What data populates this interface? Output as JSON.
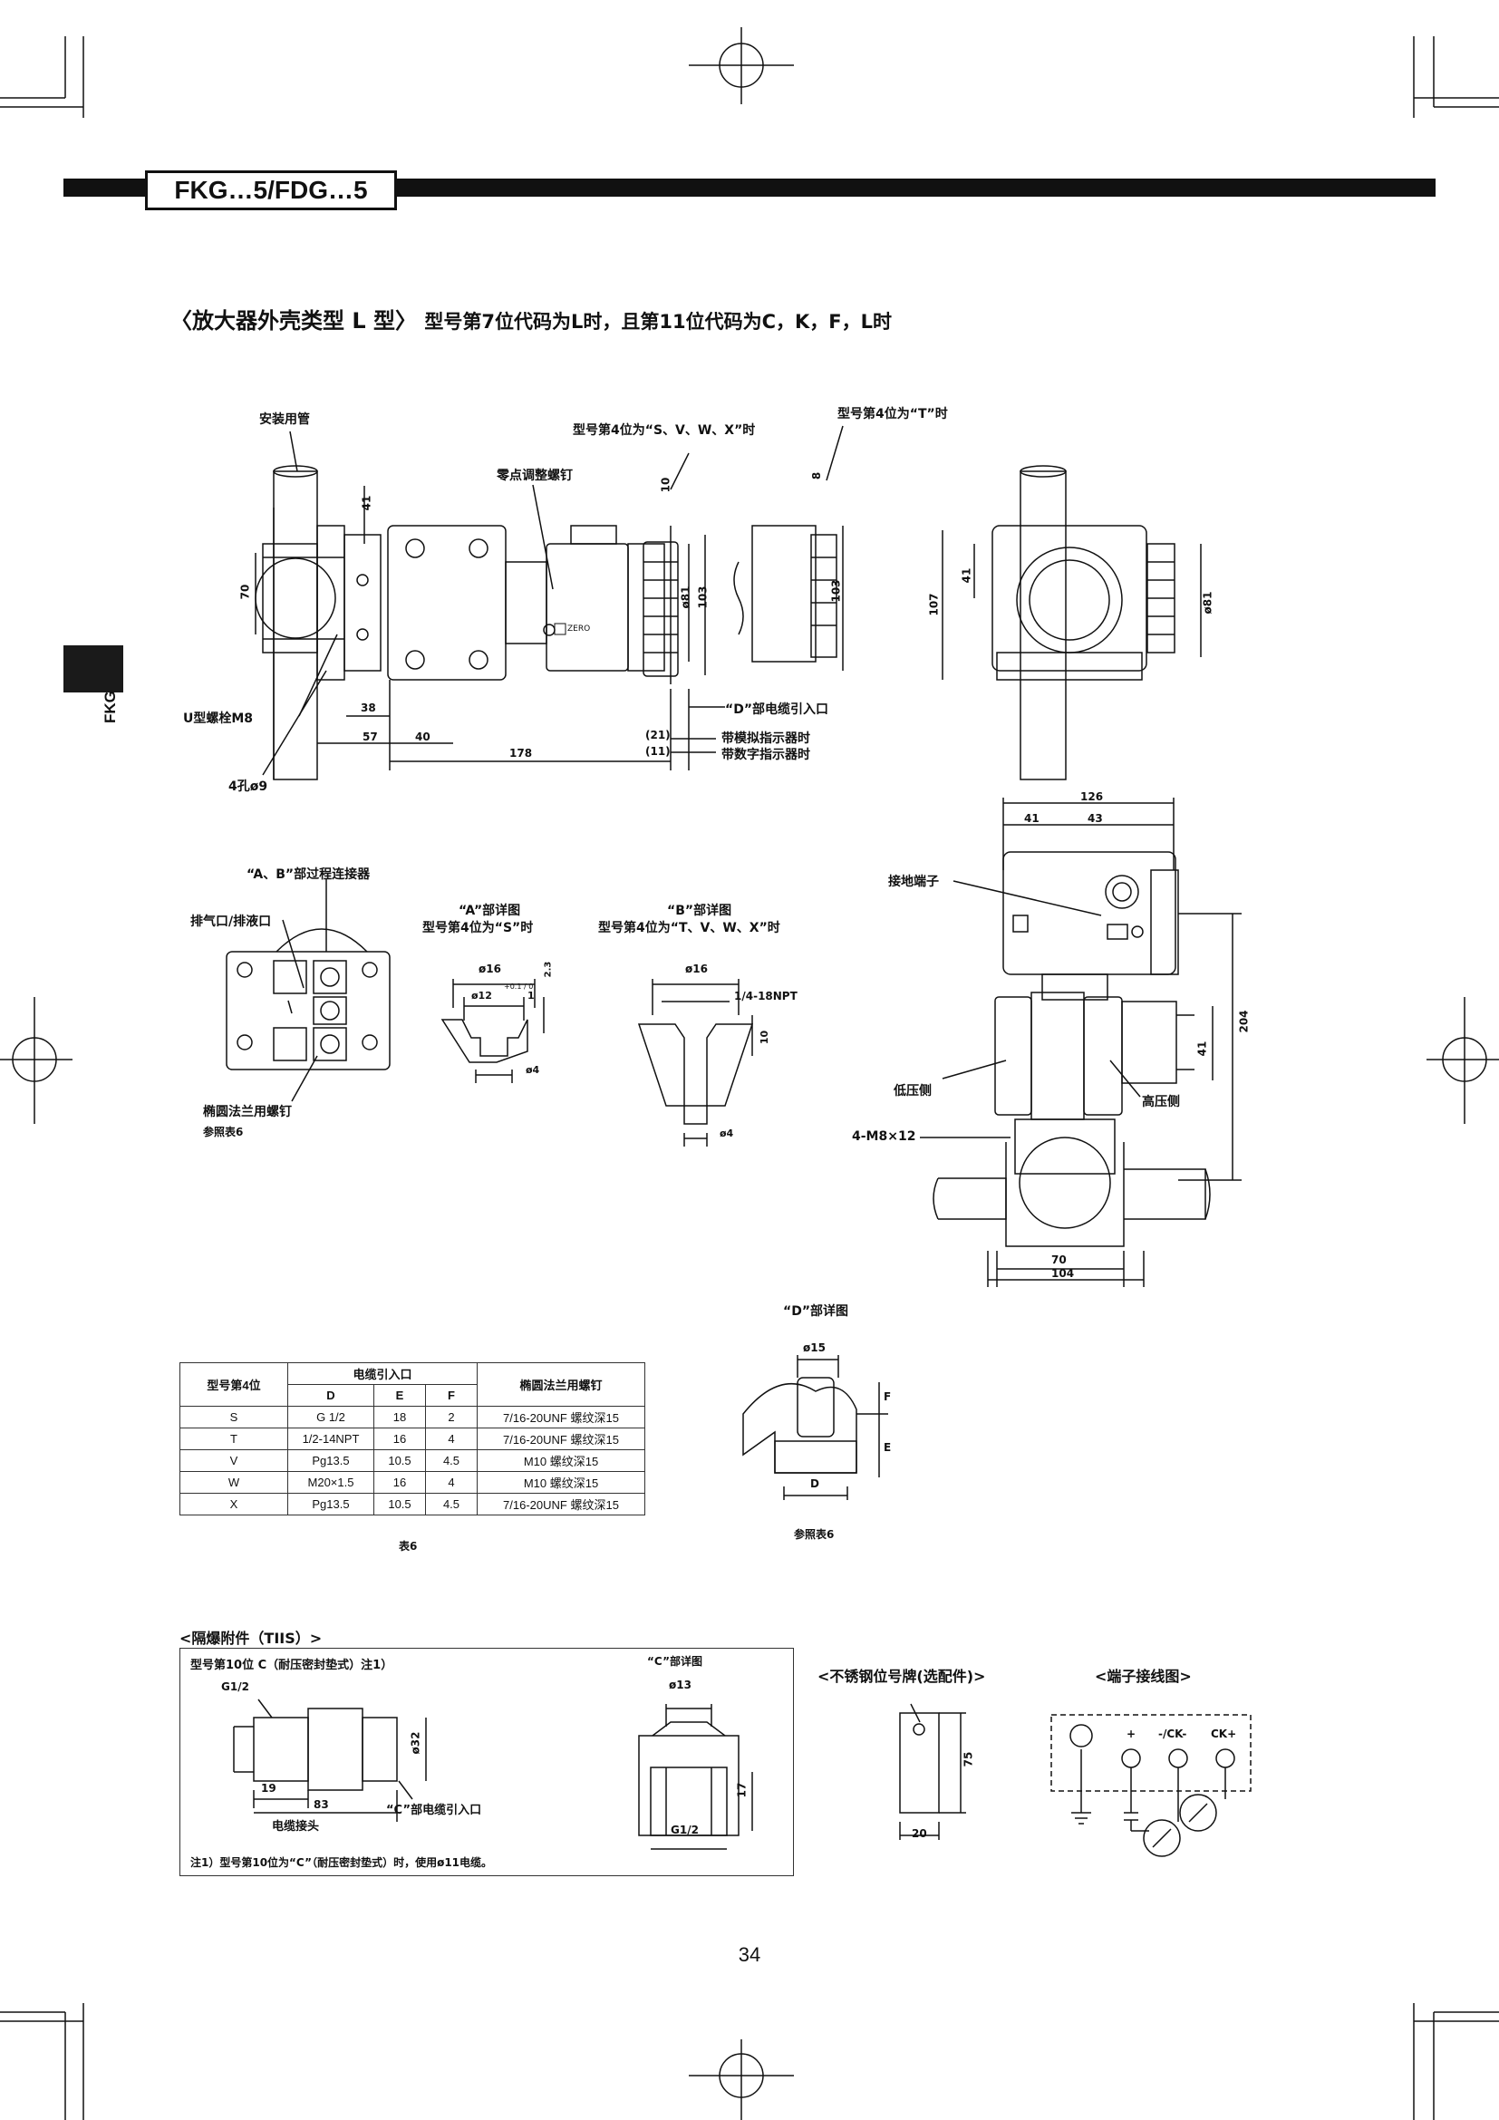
{
  "header": {
    "title": "FKG…5/FDG…5"
  },
  "side_tab": {
    "label": "FKG"
  },
  "heading": {
    "main": "〈放大器外壳类型 L 型〉",
    "sub": "型号第7位代码为L时，且第11位代码为C，K，F，L时"
  },
  "main_drawing": {
    "labels": {
      "mount_pipe": "安装用管",
      "pos4_svwx": "型号第4位为“S、V、W、X”时",
      "pos4_t": "型号第4位为“T”时",
      "zero_screw": "零点调整螺钉",
      "u_bolt": "U型螺栓M8",
      "holes": "4孔ø9",
      "cable_entry_d": "“D”部电缆引入口",
      "analog_indicator": "带模拟指示器时",
      "digital_indicator": "带数字指示器时",
      "zero_mark": "ZERO"
    },
    "dims": {
      "d41": "41",
      "d70": "70",
      "d10": "10",
      "d8": "8",
      "d81": "ø81",
      "d103a": "103",
      "d103b": "103",
      "d38": "38",
      "d57": "57",
      "d40": "40",
      "d178": "178",
      "d21": "(21)",
      "d11": "(11)",
      "d107": "107",
      "d41b": "41",
      "d81b": "ø81"
    }
  },
  "side_view": {
    "labels": {
      "ground": "接地端子",
      "low": "低压侧",
      "high": "高压侧",
      "bolts": "4-M8×12"
    },
    "dims": {
      "d126": "126",
      "d41": "41",
      "d43": "43",
      "d204": "204",
      "d41v": "41",
      "d70": "70",
      "d104": "104"
    }
  },
  "detail_ab": {
    "connector_label": "“A、B”部过程连接器",
    "vent_label": "排气口/排液口",
    "flange_bolt_label": "椭圆法兰用螺钉",
    "ref_table": "参照表6",
    "a_title": "“A”部详图",
    "a_sub": "型号第4位为“S”时",
    "b_title": "“B”部详图",
    "b_sub": "型号第4位为“T、V、W、X”时",
    "a_dims": {
      "d16": "ø16",
      "d12": "ø12",
      "tol": "+0.1 / 0",
      "d1": "1",
      "d23": "2.3",
      "d4": "ø4"
    },
    "b_dims": {
      "d16": "ø16",
      "npt": "1/4-18NPT",
      "d10": "10",
      "d4": "ø4"
    }
  },
  "table6": {
    "header_row1": [
      "型号第4位",
      "电缆引入口",
      "椭圆法兰用螺钉"
    ],
    "header_row2": [
      "D",
      "E",
      "F"
    ],
    "rows": [
      [
        "S",
        "G 1/2",
        "18",
        "2",
        "7/16-20UNF 螺纹深15"
      ],
      [
        "T",
        "1/2-14NPT",
        "16",
        "4",
        "7/16-20UNF 螺纹深15"
      ],
      [
        "V",
        "Pg13.5",
        "10.5",
        "4.5",
        "M10 螺纹深15"
      ],
      [
        "W",
        "M20×1.5",
        "16",
        "4",
        "M10 螺纹深15"
      ],
      [
        "X",
        "Pg13.5",
        "10.5",
        "4.5",
        "7/16-20UNF 螺纹深15"
      ]
    ],
    "caption": "表6"
  },
  "detail_d": {
    "title": "“D”部详图",
    "dims": {
      "d15": "ø15",
      "f": "F",
      "e": "E",
      "d": "D"
    },
    "ref": "参照表6"
  },
  "tiis": {
    "title": "<隔爆附件（TIIS）>",
    "subtitle": "型号第10位 C（耐压密封垫式）注1）",
    "g12": "G1/2",
    "d32": "ø32",
    "d19": "19",
    "d83": "83",
    "cable_head": "电缆接头",
    "c_entry": "“C”部电缆引入口",
    "c_detail": "“C”部详图",
    "d13": "ø13",
    "d17": "17",
    "g12b": "G1/2",
    "note": "注1）型号第10位为“C”（耐压密封垫式）时，使用ø11电缆。"
  },
  "nameplate": {
    "title": "<不锈钢位号牌(选配件)>",
    "d75": "75",
    "d20": "20"
  },
  "terminal": {
    "title": "<端子接线图>",
    "t1": "+",
    "t2": "-/CK-",
    "t3": "CK+"
  },
  "footer": {
    "page_number": "34"
  }
}
